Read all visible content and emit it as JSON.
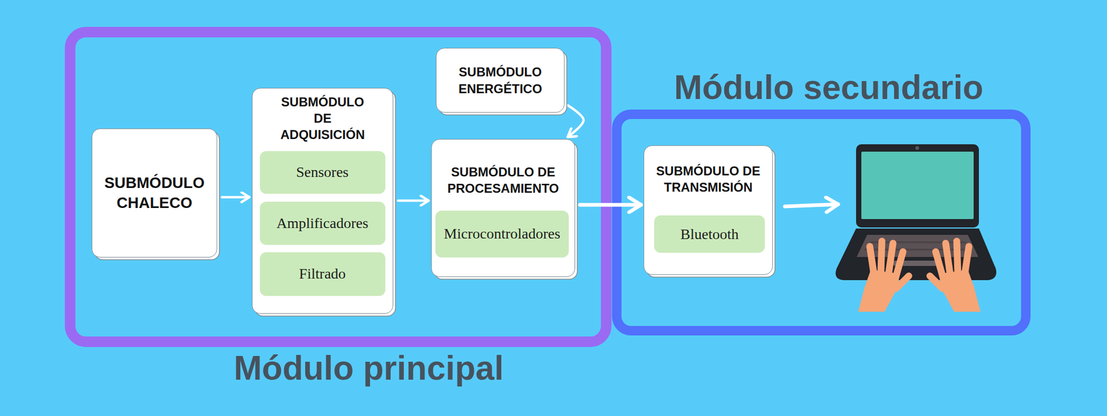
{
  "diagram": {
    "nodes": [
      {
        "text": [
          "Módulo principal"
        ]
      },
      {
        "text": [
          "SUBMÓDULO CHALECO"
        ],
        "in": 0
      },
      {
        "text": [
          "SUBMÓDULO DE ADQUISICIÓN"
        ],
        "in": 0
      },
      {
        "text": [
          "Sensores"
        ],
        "in": 2
      },
      {
        "text": [
          "Amplificadores"
        ],
        "in": 2
      },
      {
        "text": [
          "Filtrado"
        ],
        "in": 2
      },
      {
        "text": [
          "SUBMÓDULO ENERGÉTICO"
        ],
        "in": 0
      },
      {
        "text": [
          "SUBMÓDULO DE PROCESAMIENTO"
        ],
        "in": 0
      },
      {
        "text": [
          "Microcontroladores"
        ],
        "in": 7
      },
      {
        "text": [
          "Módulo secundario"
        ]
      },
      {
        "text": [
          "SUBMÓDULO DE TRANSMISIÓN"
        ],
        "in": 9
      },
      {
        "text": [
          "Bluetooth"
        ],
        "in": 10
      }
    ],
    "edges": [
      {
        "from": 1,
        "to": 2,
        "arrow": "to"
      },
      {
        "from": 2,
        "to": 7,
        "arrow": "to"
      },
      {
        "from": 6,
        "to": 7,
        "arrow": "to"
      },
      {
        "from": 7,
        "to": 10,
        "arrow": "to"
      }
    ]
  }
}
